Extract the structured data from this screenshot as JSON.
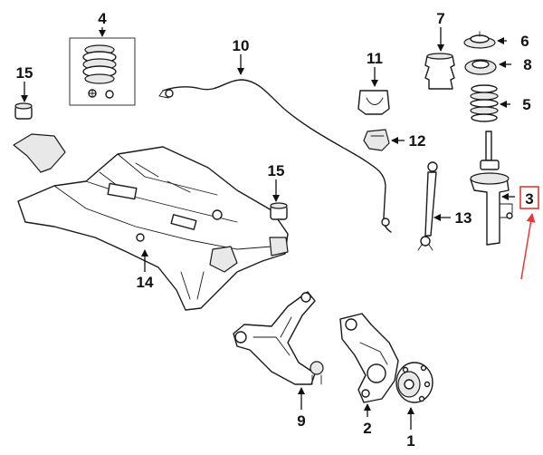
{
  "callouts": {
    "c1": "1",
    "c2": "2",
    "c3": "3",
    "c4": "4",
    "c5": "5",
    "c6": "6",
    "c7": "7",
    "c8": "8",
    "c9": "9",
    "c10": "10",
    "c11": "11",
    "c12": "12",
    "c13": "13",
    "c14": "14",
    "c15a": "15",
    "c15b": "15"
  },
  "colors": {
    "highlight_box": "#e53935",
    "pointer_arrow": "#e53935",
    "line_art": "#1a1a1a"
  }
}
